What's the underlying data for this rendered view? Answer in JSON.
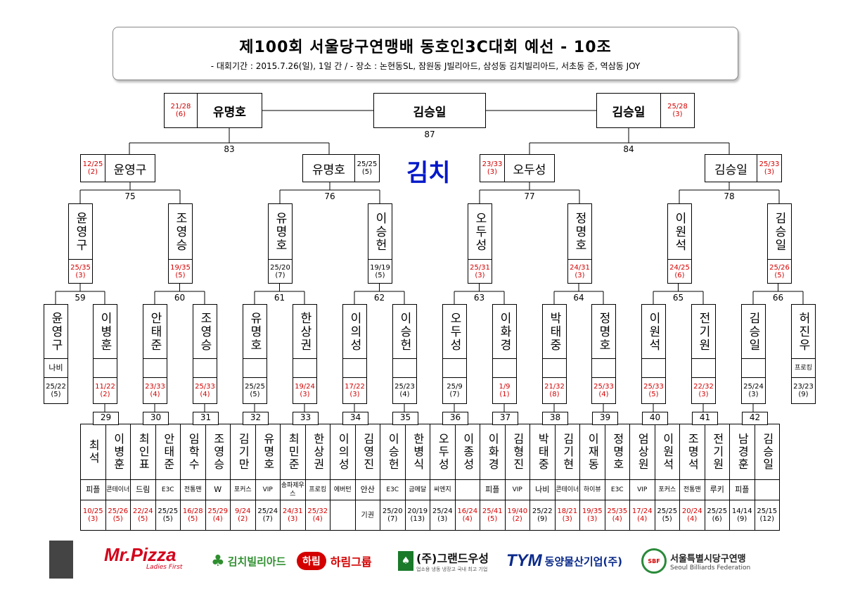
{
  "header": {
    "title": "제100회 서울당구연맹배 동호인3C대회 예선 - 10조",
    "subtitle": "- 대회기간 : 2015.7.26(일), 1일 간 / - 장소 : 논현동SL, 잠원동 J빌리아드, 삼성동 김치빌리아드, 서초동 준, 역삼동 JOY"
  },
  "center_label": "김치",
  "final": {
    "winner": "김승일",
    "match_no": "87",
    "left": {
      "name": "유명호",
      "score": "21/28",
      "inn": "(6)"
    },
    "right": {
      "name": "김승일",
      "score": "25/28",
      "inn": "(3)"
    }
  },
  "semi": [
    {
      "match_no": "83",
      "left": {
        "name": "윤영구",
        "score": "12/25",
        "inn": "(2)"
      },
      "right": {
        "name": "유명호",
        "score": "25/25",
        "inn": "(5)"
      }
    },
    {
      "match_no": "84",
      "left": {
        "name": "오두성",
        "score": "23/33",
        "inn": "(3)"
      },
      "right": {
        "name": "김승일",
        "score": "25/33",
        "inn": "(3)"
      }
    }
  ],
  "round3": [
    {
      "match_no": "75",
      "a": {
        "name": "윤영구",
        "score": "25/35",
        "inn": "(3)"
      },
      "b": {
        "name": "조영승",
        "score": "19/35",
        "inn": "(5)"
      }
    },
    {
      "match_no": "76",
      "a": {
        "name": "유명호",
        "score": "25/20",
        "inn": "(7)"
      },
      "b": {
        "name": "이승헌",
        "score": "19/19",
        "inn": "(5)"
      }
    },
    {
      "match_no": "77",
      "a": {
        "name": "오두성",
        "score": "25/31",
        "inn": "(3)"
      },
      "b": {
        "name": "정명호",
        "score": "24/31",
        "inn": "(3)"
      }
    },
    {
      "match_no": "78",
      "a": {
        "name": "이원석",
        "score": "24/25",
        "inn": "(6)"
      },
      "b": {
        "name": "김승일",
        "score": "25/26",
        "inn": "(5)"
      }
    }
  ],
  "round2": [
    {
      "match_no": "59",
      "a": {
        "name": "윤영구",
        "club": "나비",
        "score": "25/22",
        "inn": "(5)"
      },
      "b": {
        "name": "이병훈",
        "club": "",
        "score": "11/22",
        "inn": "(2)"
      }
    },
    {
      "match_no": "60",
      "a": {
        "name": "안태준",
        "club": "",
        "score": "23/33",
        "inn": "(4)"
      },
      "b": {
        "name": "조영승",
        "club": "",
        "score": "25/33",
        "inn": "(4)"
      }
    },
    {
      "match_no": "61",
      "a": {
        "name": "유명호",
        "club": "",
        "score": "25/25",
        "inn": "(5)"
      },
      "b": {
        "name": "한상권",
        "club": "",
        "score": "19/24",
        "inn": "(3)"
      }
    },
    {
      "match_no": "62",
      "a": {
        "name": "이의성",
        "club": "",
        "score": "17/22",
        "inn": "(3)"
      },
      "b": {
        "name": "이승헌",
        "club": "",
        "score": "25/23",
        "inn": "(4)"
      }
    },
    {
      "match_no": "63",
      "a": {
        "name": "오두성",
        "club": "",
        "score": "25/9",
        "inn": "(7)"
      },
      "b": {
        "name": "이화경",
        "club": "",
        "score": "1/9",
        "inn": "(1)"
      }
    },
    {
      "match_no": "64",
      "a": {
        "name": "박태중",
        "club": "",
        "score": "21/32",
        "inn": "(8)"
      },
      "b": {
        "name": "정명호",
        "club": "",
        "score": "25/33",
        "inn": "(4)"
      }
    },
    {
      "match_no": "65",
      "a": {
        "name": "이원석",
        "club": "",
        "score": "25/33",
        "inn": "(5)"
      },
      "b": {
        "name": "전기원",
        "club": "",
        "score": "22/32",
        "inn": "(3)"
      }
    },
    {
      "match_no": "66",
      "a": {
        "name": "김승일",
        "club": "",
        "score": "25/24",
        "inn": "(3)"
      },
      "b": {
        "name": "허진우",
        "club": "프로킹",
        "score": "23/23",
        "inn": "(9)"
      }
    }
  ],
  "round1": [
    {
      "match_no": "29",
      "a": {
        "name": "최석",
        "club": "피플",
        "score": "10/25",
        "inn": "(3)"
      },
      "b": {
        "name": "이병훈",
        "club": "콘테이너",
        "score": "25/26",
        "inn": "(5)"
      }
    },
    {
      "match_no": "30",
      "a": {
        "name": "최인표",
        "club": "드림",
        "score": "22/24",
        "inn": "(5)"
      },
      "b": {
        "name": "안태준",
        "club": "E3C",
        "score": "25/25",
        "inn": "(5)"
      }
    },
    {
      "match_no": "31",
      "a": {
        "name": "임학수",
        "club": "전통맨",
        "score": "16/28",
        "inn": "(5)"
      },
      "b": {
        "name": "조영승",
        "club": "W",
        "score": "25/29",
        "inn": "(4)"
      }
    },
    {
      "match_no": "32",
      "a": {
        "name": "김기만",
        "club": "포커스",
        "score": "9/24",
        "inn": "(2)"
      },
      "b": {
        "name": "유명호",
        "club": "VIP",
        "score": "25/24",
        "inn": "(7)"
      }
    },
    {
      "match_no": "33",
      "a": {
        "name": "최민준",
        "club": "송파제우스",
        "score": "24/31",
        "inn": "(3)"
      },
      "b": {
        "name": "한상권",
        "club": "프로킹",
        "score": "25/32",
        "inn": "(4)"
      }
    },
    {
      "match_no": "34",
      "a": {
        "name": "이의성",
        "club": "에버턴",
        "score": "",
        "inn": ""
      },
      "b": {
        "name": "김영진",
        "club": "안산",
        "score": "기권",
        "inn": ""
      }
    },
    {
      "match_no": "35",
      "a": {
        "name": "이승헌",
        "club": "E3C",
        "score": "25/20",
        "inn": "(7)"
      },
      "b": {
        "name": "한병식",
        "club": "금메달",
        "score": "20/19",
        "inn": "(13)"
      }
    },
    {
      "match_no": "36",
      "a": {
        "name": "오두성",
        "club": "씨엔지",
        "score": "25/24",
        "inn": "(3)"
      },
      "b": {
        "name": "이종성",
        "club": "",
        "score": "16/24",
        "inn": "(4)"
      }
    },
    {
      "match_no": "37",
      "a": {
        "name": "이화경",
        "club": "피플",
        "score": "25/41",
        "inn": "(5)"
      },
      "b": {
        "name": "김형진",
        "club": "VIP",
        "score": "19/40",
        "inn": "(2)"
      }
    },
    {
      "match_no": "38",
      "a": {
        "name": "박태중",
        "club": "나비",
        "score": "25/22",
        "inn": "(9)"
      },
      "b": {
        "name": "김기현",
        "club": "콘테이너",
        "score": "18/21",
        "inn": "(3)"
      }
    },
    {
      "match_no": "39",
      "a": {
        "name": "이재동",
        "club": "하이뷰",
        "score": "19/35",
        "inn": "(3)"
      },
      "b": {
        "name": "정명호",
        "club": "E3C",
        "score": "25/35",
        "inn": "(4)"
      }
    },
    {
      "match_no": "40",
      "a": {
        "name": "엄상원",
        "club": "VIP",
        "score": "17/24",
        "inn": "(4)"
      },
      "b": {
        "name": "이원석",
        "club": "포커스",
        "score": "25/25",
        "inn": "(5)"
      }
    },
    {
      "match_no": "41",
      "a": {
        "name": "조명석",
        "club": "전통맨",
        "score": "20/24",
        "inn": "(4)"
      },
      "b": {
        "name": "전기원",
        "club": "루키",
        "score": "25/25",
        "inn": "(6)"
      }
    },
    {
      "match_no": "42",
      "a": {
        "name": "남경훈",
        "club": "피플",
        "score": "14/14",
        "inn": "(9)"
      },
      "b": {
        "name": "김승일",
        "club": "",
        "score": "25/15",
        "inn": "(12)"
      }
    }
  ],
  "sponsors": [
    {
      "name": "Mr.Pizza",
      "tagline": "Ladies First",
      "color": "#d3001a"
    },
    {
      "name": "김치빌리아드",
      "color": "#2f8f2f"
    },
    {
      "name": "하림그룹",
      "badge": "하림",
      "color": "#d40000"
    },
    {
      "name": "(주)그랜드우성",
      "tagline": "업소용 냉동 냉장고 국내 최고 기업",
      "color": "#1a7a2a"
    },
    {
      "name": "동양물산기업(주)",
      "badge": "TYM",
      "color": "#0a2a8a"
    },
    {
      "name": "서울특별시당구연맹",
      "tagline": "Seoul Billiards Federation",
      "badge": "SBF",
      "color": "#333"
    }
  ]
}
